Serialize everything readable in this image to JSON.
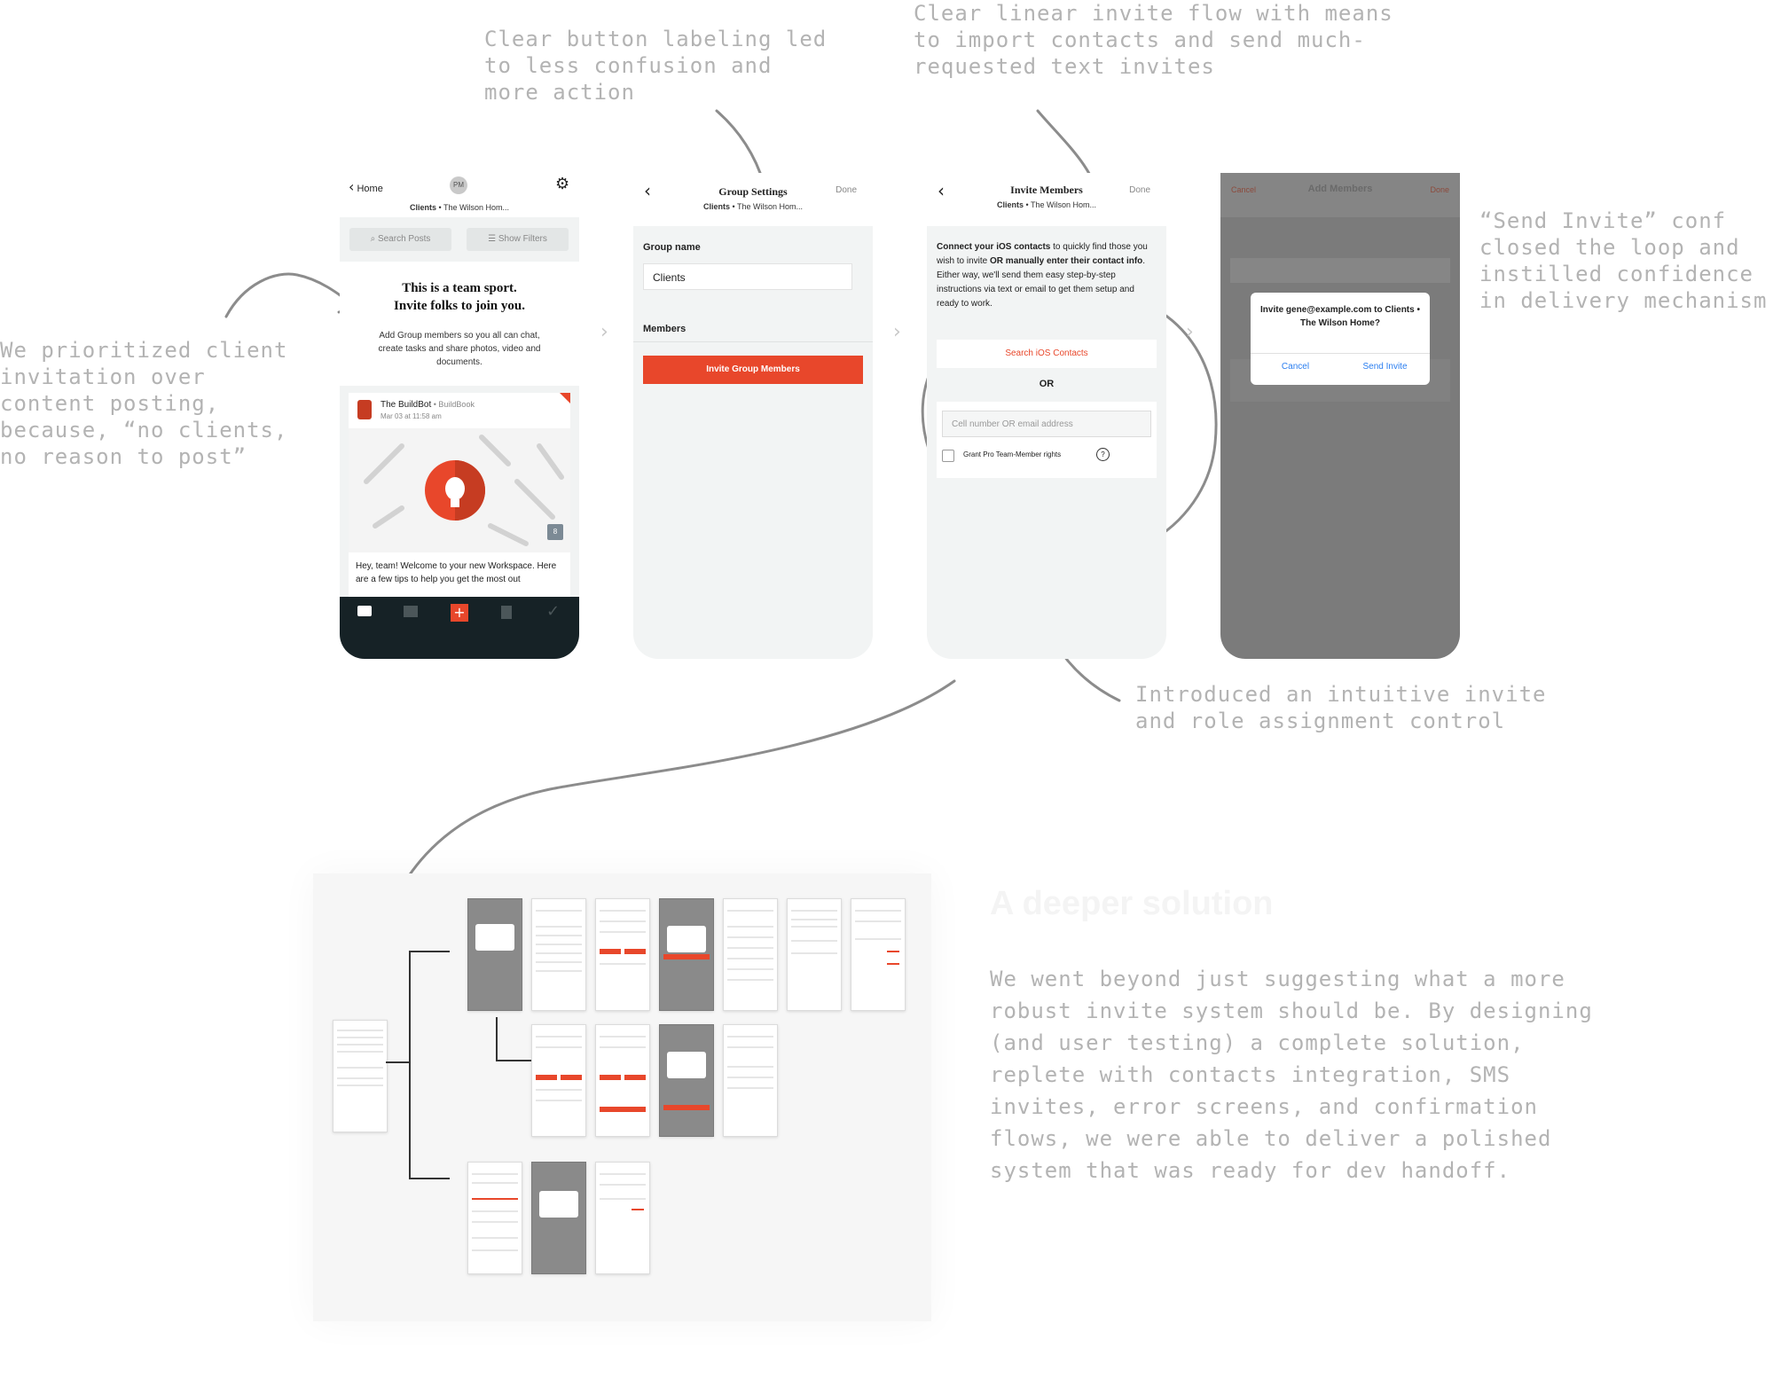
{
  "annotations": {
    "button_labeling": "Clear button labeling led\nto less confusion and\nmore action",
    "linear_flow": "Clear linear invite flow with means\nto import contacts and send much-\nrequested text invites",
    "prioritized": "We prioritized client\ninvitation over\ncontent posting,\nbecause, “no clients,\nno reason to post”",
    "send_invite_conf": "“Send Invite” conf\nclosed the loop and\ninstilled confidence\nin delivery mechanism",
    "role_control": "Introduced an intuitive invite\nand role assignment control"
  },
  "screen1": {
    "back_label": "Home",
    "avatar": "PM",
    "subtitle_bold": "Clients",
    "subtitle_rest": " • The Wilson Hom...",
    "search_label": "Search Posts",
    "filters_label": "Show Filters",
    "headline_1": "This is a team sport.",
    "headline_2": "Invite folks to join you.",
    "body": "Add Group members so you all can chat, create tasks and share photos, video and documents.",
    "post_author": "The BuildBot",
    "post_source": " • BuildBook",
    "post_time": "Mar 03 at 11:58 am",
    "image_badge": "8",
    "post_text": "Hey, team! Welcome to your new Workspace. Here are a few tips to help you get the most out"
  },
  "screen2": {
    "title": "Group Settings",
    "done": "Done",
    "subtitle_bold": "Clients",
    "subtitle_rest": " • The Wilson Hom...",
    "group_name_label": "Group name",
    "group_name_value": "Clients",
    "members_label": "Members",
    "invite_button": "Invite Group Members"
  },
  "screen3": {
    "title": "Invite Members",
    "done": "Done",
    "subtitle_bold": "Clients",
    "subtitle_rest": " • The Wilson Hom...",
    "intro_1": "Connect your iOS contacts",
    "intro_2": " to quickly find those you wish to invite ",
    "intro_3": "OR manually enter their contact info",
    "intro_4": ". Either way, we'll send them easy step-by-step instructions via text or email to get them setup and ready to work.",
    "search_contacts": "Search iOS Contacts",
    "or_label": "OR",
    "input_placeholder": "Cell number OR email address",
    "grant_label": "Grant Pro Team-Member rights",
    "help": "?"
  },
  "screen4": {
    "dialog_text": "Invite gene@example.com to Clients • The Wilson Home?",
    "cancel": "Cancel",
    "send": "Send Invite",
    "bg_title": "Add Members",
    "bg_cancel": "Cancel",
    "bg_done": "Done"
  },
  "deeper": {
    "title": "A deeper solution",
    "body": "We went beyond just suggesting what a more\nrobust invite system should be. By designing\n(and user testing) a complete solution,\nreplete with contacts integration, SMS\ninvites, error screens, and confirmation\nflows, we were able to deliver a polished\nsystem that was ready for dev handoff."
  },
  "colors": {
    "accent": "#e8472b",
    "ios_blue": "#2a7ef0",
    "dark_bar": "#162226",
    "note": "#b3b3b3"
  }
}
